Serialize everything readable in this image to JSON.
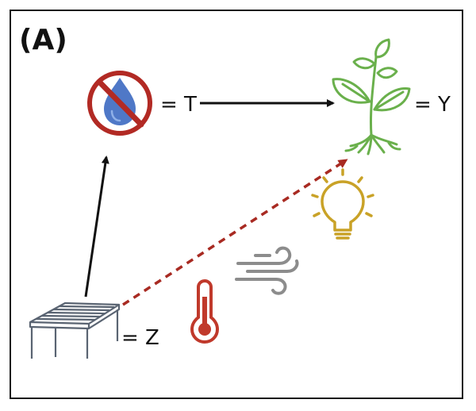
{
  "panel_label": "(A)",
  "labels": {
    "treatment": "= T",
    "outcome": "= Y",
    "instrument": "= Z"
  },
  "icons": {
    "treatment": "no-water-icon",
    "outcome": "plant-icon",
    "instrument": "shade-structure-icon",
    "confounders": [
      "thermometer-icon",
      "wind-icon",
      "lightbulb-icon"
    ]
  },
  "colors": {
    "prohibit_circle": "#b22a24",
    "water_drop": "#4f78c7",
    "plant": "#6ab04c",
    "dashed_arrow": "#a82a22",
    "thermometer": "#c0392b",
    "wind": "#8c8c8c",
    "lightbulb": "#c9a227",
    "structure": "#5a6472"
  }
}
